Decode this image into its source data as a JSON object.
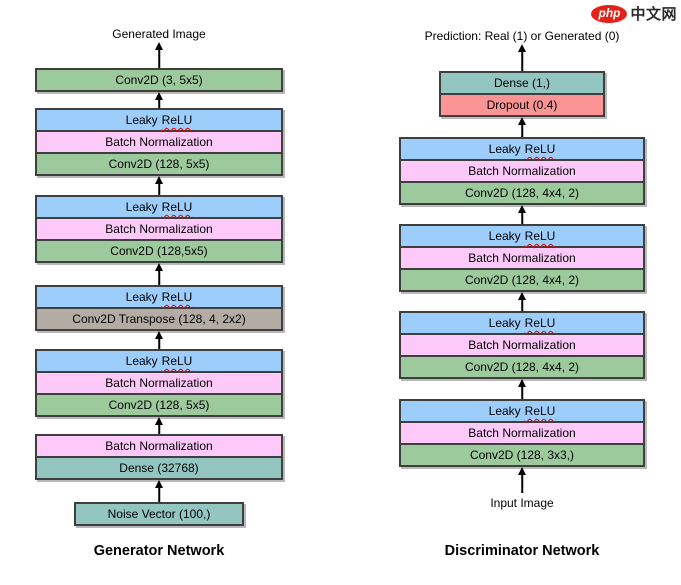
{
  "watermark": {
    "badge": "php",
    "text": "中文网"
  },
  "colors": {
    "conv2d": "#9CCA9C",
    "conv2d_transpose": "#B3ACA4",
    "leaky_relu": "#9DCDFB",
    "batch_norm": "#FCC9F9",
    "dense": "#93C5C1",
    "dropout": "#FB9494",
    "border": "#3F3F3F",
    "squiggle": "#E00000",
    "arrow": "#000000"
  },
  "generator": {
    "title": "Generator Network",
    "output_label": "Generated Image",
    "groups": [
      {
        "layers": [
          {
            "type": "conv2d",
            "label": "Conv2D (3, 5x5)"
          }
        ]
      },
      {
        "layers": [
          {
            "type": "leaky_relu",
            "prefix": "Leaky",
            "marked": "ReLU"
          },
          {
            "type": "batch_norm",
            "label": "Batch Normalization"
          },
          {
            "type": "conv2d",
            "label": "Conv2D (128, 5x5)"
          }
        ]
      },
      {
        "layers": [
          {
            "type": "leaky_relu",
            "prefix": "Leaky",
            "marked": "ReLU"
          },
          {
            "type": "batch_norm",
            "label": "Batch Normalization"
          },
          {
            "type": "conv2d",
            "label": "Conv2D (128,5x5)"
          }
        ]
      },
      {
        "layers": [
          {
            "type": "leaky_relu",
            "prefix": "Leaky",
            "marked": "ReLU"
          },
          {
            "type": "conv2d_transpose",
            "label": "Conv2D Transpose (128, 4, 2x2)"
          }
        ]
      },
      {
        "layers": [
          {
            "type": "leaky_relu",
            "prefix": "Leaky",
            "marked": "ReLU"
          },
          {
            "type": "batch_norm",
            "label": "Batch Normalization"
          },
          {
            "type": "conv2d",
            "label": "Conv2D (128, 5x5)"
          }
        ]
      },
      {
        "layers": [
          {
            "type": "batch_norm",
            "label": "Batch Normalization"
          },
          {
            "type": "dense",
            "label": "Dense (32768)"
          }
        ]
      },
      {
        "layers": [
          {
            "type": "dense",
            "label": "Noise Vector (100,)"
          }
        ]
      }
    ]
  },
  "discriminator": {
    "title": "Discriminator Network",
    "output_label": "Prediction: Real (1) or Generated (0)",
    "input_label": "Input Image",
    "groups": [
      {
        "layers": [
          {
            "type": "dense",
            "label": "Dense (1,)"
          },
          {
            "type": "dropout",
            "label": "Dropout (0.4)"
          }
        ]
      },
      {
        "layers": [
          {
            "type": "leaky_relu",
            "prefix": "Leaky",
            "marked": "ReLU"
          },
          {
            "type": "batch_norm",
            "label": "Batch Normalization"
          },
          {
            "type": "conv2d",
            "label": "Conv2D (128, 4x4, 2)"
          }
        ]
      },
      {
        "layers": [
          {
            "type": "leaky_relu",
            "prefix": "Leaky",
            "marked": "ReLU"
          },
          {
            "type": "batch_norm",
            "label": "Batch Normalization"
          },
          {
            "type": "conv2d",
            "label": "Conv2D (128, 4x4, 2)"
          }
        ]
      },
      {
        "layers": [
          {
            "type": "leaky_relu",
            "prefix": "Leaky",
            "marked": "ReLU"
          },
          {
            "type": "batch_norm",
            "label": "Batch Normalization"
          },
          {
            "type": "conv2d",
            "label": "Conv2D (128, 4x4, 2)"
          }
        ]
      },
      {
        "layers": [
          {
            "type": "leaky_relu",
            "prefix": "Leaky",
            "marked": "ReLU"
          },
          {
            "type": "batch_norm",
            "label": "Batch Normalization"
          },
          {
            "type": "conv2d",
            "label": "Conv2D (128, 3x3,)"
          }
        ]
      }
    ]
  }
}
